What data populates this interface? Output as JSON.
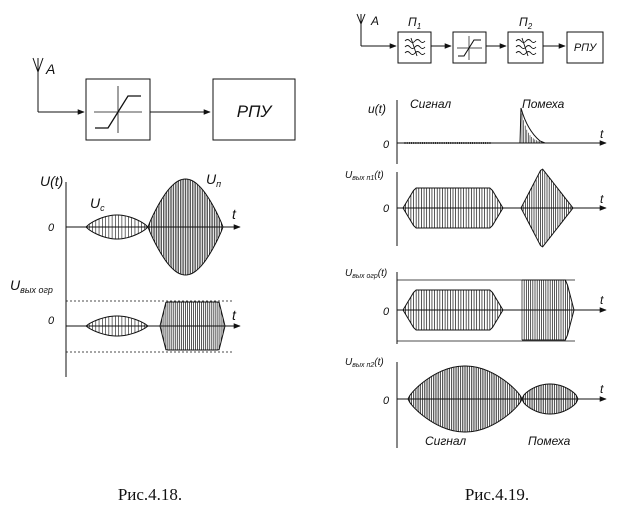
{
  "fig18": {
    "antenna": "A",
    "receiver": "РПУ",
    "axis_u": "U(t)",
    "label_signal": "U",
    "label_signal_sub": "c",
    "label_noise": "U",
    "label_noise_sub": "п",
    "zero_top": "0",
    "t_top": "t",
    "axis_lim": "U",
    "axis_lim_sub": "вых огр",
    "zero_bottom": "0",
    "t_bottom": "t",
    "caption": "Рис.4.18."
  },
  "fig19": {
    "antenna": "A",
    "filter1": "П",
    "filter1_sub": "1",
    "filter2": "П",
    "filter2_sub": "2",
    "receiver": "РПУ",
    "p1_axis": "u(t)",
    "p1_signal": "Сигнал",
    "p1_noise": "Помеха",
    "p1_zero": "0",
    "p1_t": "t",
    "p2_axis": "U",
    "p2_axis_sub": "вых п1",
    "p2_axis_tail": "(t)",
    "p2_zero": "0",
    "p2_t": "t",
    "p3_axis": "U",
    "p3_axis_sub": "вых огр",
    "p3_axis_tail": "(t)",
    "p3_zero": "0",
    "p3_t": "t",
    "p4_axis": "U",
    "p4_axis_sub": "вых п2",
    "p4_axis_tail": "(t)",
    "p4_zero": "0",
    "p4_t": "t",
    "p4_signal": "Сигнал",
    "p4_noise": "Помеха",
    "caption": "Рис.4.19."
  },
  "colors": {
    "ink": "#111111",
    "background": "#ffffff"
  }
}
